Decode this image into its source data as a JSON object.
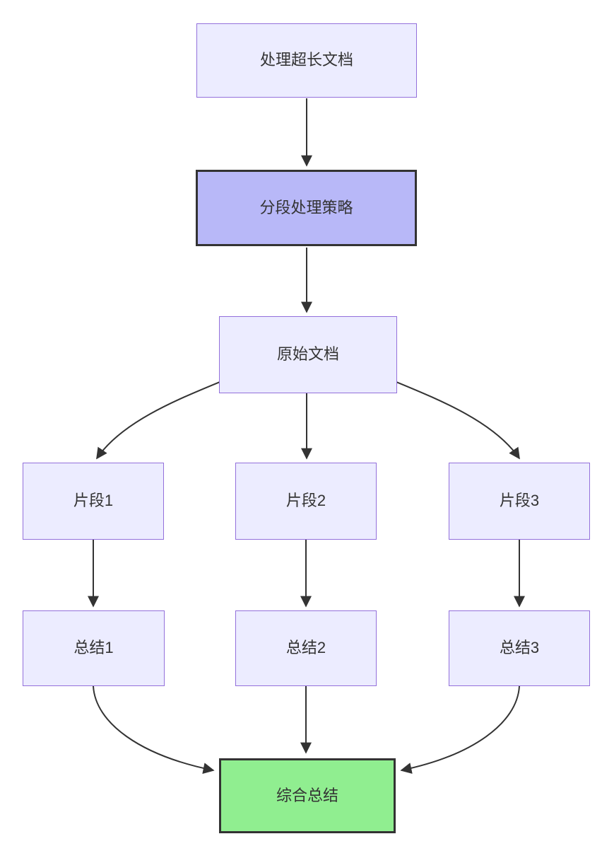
{
  "diagram": {
    "type": "flowchart",
    "direction": "top-down",
    "nodes": [
      {
        "id": "doc",
        "label": "处理超长文档",
        "style": "default"
      },
      {
        "id": "strategy",
        "label": "分段处理策略",
        "style": "highlight-purple"
      },
      {
        "id": "original",
        "label": "原始文档",
        "style": "default"
      },
      {
        "id": "seg1",
        "label": "片段1",
        "style": "default"
      },
      {
        "id": "seg2",
        "label": "片段2",
        "style": "default"
      },
      {
        "id": "seg3",
        "label": "片段3",
        "style": "default"
      },
      {
        "id": "sum1",
        "label": "总结1",
        "style": "default"
      },
      {
        "id": "sum2",
        "label": "总结2",
        "style": "default"
      },
      {
        "id": "sum3",
        "label": "总结3",
        "style": "default"
      },
      {
        "id": "final",
        "label": "综合总结",
        "style": "highlight-green"
      }
    ],
    "edges": [
      {
        "from": "doc",
        "to": "strategy",
        "shape": "straight"
      },
      {
        "from": "strategy",
        "to": "original",
        "shape": "straight"
      },
      {
        "from": "original",
        "to": "seg1",
        "shape": "curved"
      },
      {
        "from": "original",
        "to": "seg2",
        "shape": "straight"
      },
      {
        "from": "original",
        "to": "seg3",
        "shape": "curved"
      },
      {
        "from": "seg1",
        "to": "sum1",
        "shape": "straight"
      },
      {
        "from": "seg2",
        "to": "sum2",
        "shape": "straight"
      },
      {
        "from": "seg3",
        "to": "sum3",
        "shape": "straight"
      },
      {
        "from": "sum1",
        "to": "final",
        "shape": "curved"
      },
      {
        "from": "sum2",
        "to": "final",
        "shape": "straight"
      },
      {
        "from": "sum3",
        "to": "final",
        "shape": "curved"
      }
    ],
    "colors": {
      "node_fill": "#ECECFF",
      "node_border": "#9370DB",
      "highlight_purple_fill": "#B8B8F8",
      "highlight_green_fill": "#90EE90",
      "highlight_border": "#333333",
      "edge": "#333333",
      "text": "#333333",
      "background": "#FFFFFF"
    }
  }
}
